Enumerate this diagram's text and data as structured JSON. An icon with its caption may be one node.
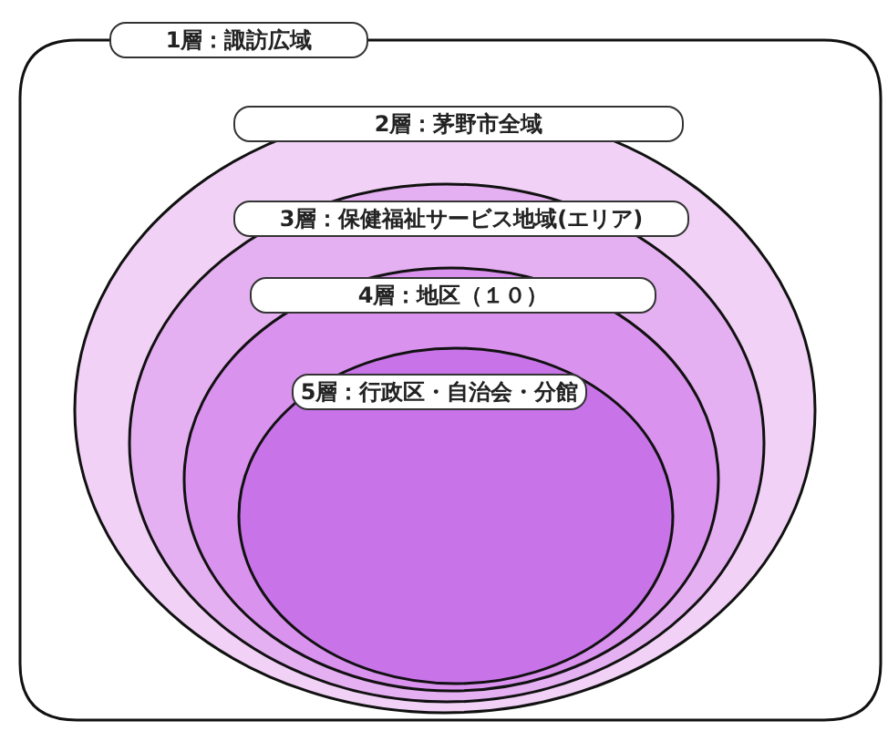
{
  "diagram": {
    "nodes": [
      {
        "text": [
          "1層：諏訪広域"
        ]
      },
      {
        "text": [
          "2層：茅野市全域"
        ],
        "in": 0
      },
      {
        "text": [
          "3層：保健福祉サービス地域(エリア)"
        ],
        "in": 1
      },
      {
        "text": [
          "4層：地区（１０）"
        ],
        "in": 2
      },
      {
        "text": [
          "5層：行政区・自治会・分館"
        ],
        "in": 3
      }
    ]
  }
}
